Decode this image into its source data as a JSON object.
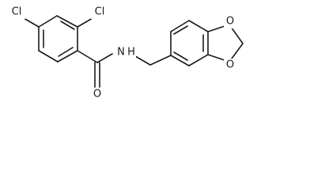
{
  "structure": {
    "atoms": [
      {
        "id": "cl_ring",
        "label": "Cl"
      },
      {
        "id": "cl_ortho",
        "label": "Cl"
      },
      {
        "id": "amide_nh",
        "label": "N",
        "h_label": "H"
      },
      {
        "id": "carbonyl_o",
        "label": "O"
      },
      {
        "id": "dioxole_o_top",
        "label": "O"
      },
      {
        "id": "dioxole_o_bottom",
        "label": "O"
      }
    ]
  }
}
